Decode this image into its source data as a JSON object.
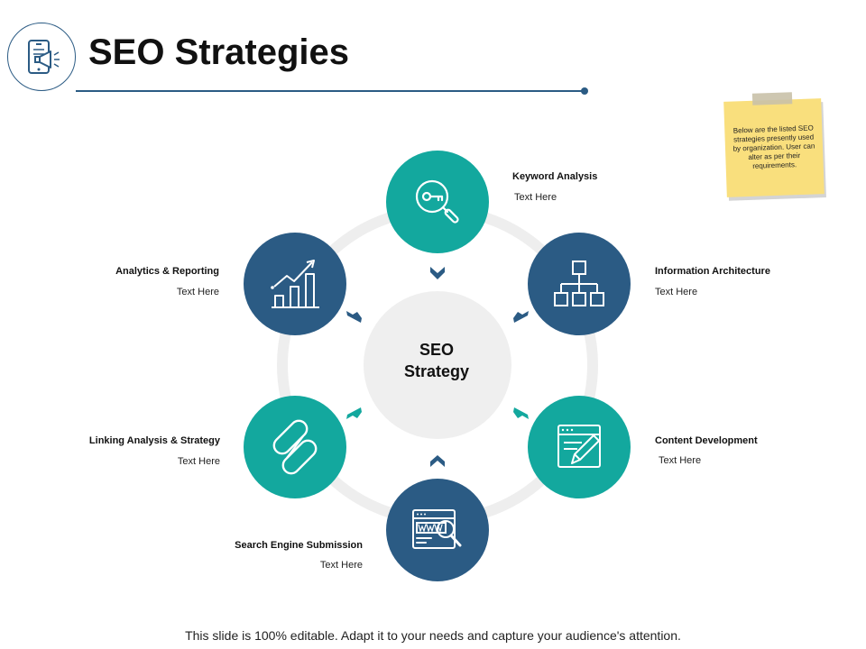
{
  "title": "SEO Strategies",
  "sticky_note": "Below are the listed SEO strategies presently used by organization. User can alter as per their requirements.",
  "center": {
    "line1": "SEO",
    "line2": "Strategy"
  },
  "nodes": [
    {
      "title": "Keyword Analysis",
      "text": "Text Here",
      "icon": "key-magnifier-icon",
      "color": "#13a89e"
    },
    {
      "title": "Information Architecture",
      "text": "Text Here",
      "icon": "sitemap-icon",
      "color": "#2b5b84"
    },
    {
      "title": "Content Development",
      "text": "Text Here",
      "icon": "content-edit-icon",
      "color": "#13a89e"
    },
    {
      "title": "Search Engine  Submission",
      "text": "Text Here",
      "icon": "www-search-icon",
      "color": "#2b5b84"
    },
    {
      "title": "Linking  Analysis & Strategy",
      "text": "Text Here",
      "icon": "chain-link-icon",
      "color": "#13a89e"
    },
    {
      "title": "Analytics & Reporting",
      "text": "Text Here",
      "icon": "bar-chart-icon",
      "color": "#2b5b84"
    }
  ],
  "footer": "This slide is 100% editable. Adapt it to your needs and capture your audience's attention.",
  "colors": {
    "teal": "#13a89e",
    "navy": "#2b5b84",
    "ring": "#eeeeee",
    "sticky": "#f9df7d"
  }
}
